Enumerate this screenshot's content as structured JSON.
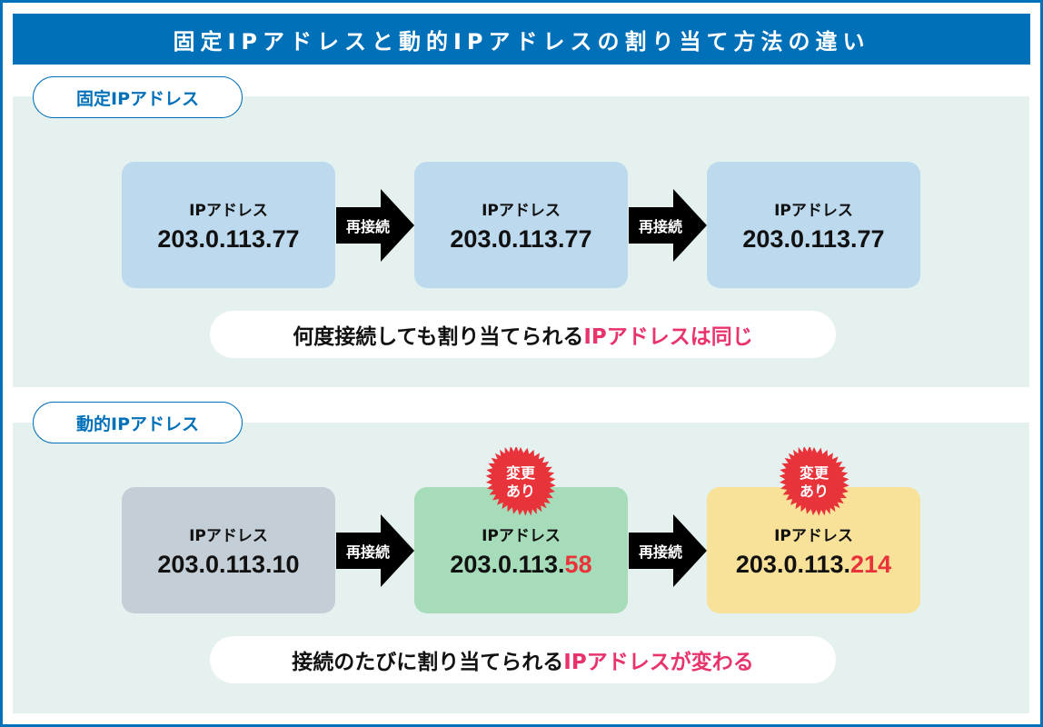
{
  "title": "固定IPアドレスと動的IPアドレスの割り当て方法の違い",
  "colors": {
    "brand_blue": "#0070b8",
    "section_bg": "#e5f1ef",
    "highlight_red": "#e8333a",
    "highlight_pink": "#e8336b",
    "card_blue": "#bcd9ed",
    "card_gray": "#c4ced6",
    "card_green": "#a6dcb9",
    "card_yellow": "#f8e199"
  },
  "static_section": {
    "label": "固定IPアドレス",
    "cards": [
      {
        "label": "IPアドレス",
        "ip_prefix": "203.0.113.77",
        "ip_suffix": ""
      },
      {
        "label": "IPアドレス",
        "ip_prefix": "203.0.113.77",
        "ip_suffix": ""
      },
      {
        "label": "IPアドレス",
        "ip_prefix": "203.0.113.77",
        "ip_suffix": ""
      }
    ],
    "arrows": [
      "再接続",
      "再接続"
    ],
    "note": {
      "black": "何度接続しても割り当てられる",
      "pink": "IPアドレスは同じ"
    }
  },
  "dynamic_section": {
    "label": "動的IPアドレス",
    "cards": [
      {
        "label": "IPアドレス",
        "ip_prefix": "203.0.113.10",
        "ip_suffix": ""
      },
      {
        "label": "IPアドレス",
        "ip_prefix": "203.0.113.",
        "ip_suffix": "58",
        "badge": [
          "変更",
          "あり"
        ]
      },
      {
        "label": "IPアドレス",
        "ip_prefix": "203.0.113.",
        "ip_suffix": "214",
        "badge": [
          "変更",
          "あり"
        ]
      }
    ],
    "arrows": [
      "再接続",
      "再接続"
    ],
    "note": {
      "black": "接続のたびに割り当てられる",
      "pink": "IPアドレスが変わる"
    }
  }
}
